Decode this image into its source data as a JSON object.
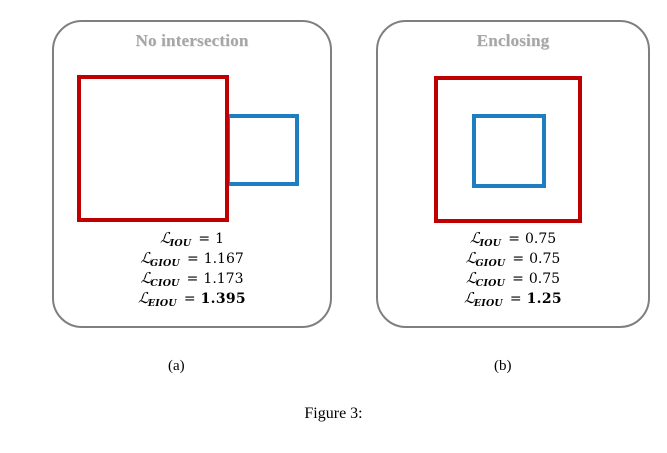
{
  "figure": {
    "caption": "Figure 3:",
    "panels": [
      {
        "id": "a",
        "title": "No intersection",
        "subcaption": "(a)",
        "boxes": [
          {
            "name": "ground-truth-box",
            "color": "#c00000"
          },
          {
            "name": "predicted-box",
            "color": "#1f7ec2"
          }
        ],
        "losses": [
          {
            "symbol": "ℒ",
            "subscript": "IOU",
            "equals": "=",
            "value": "1",
            "bold": false
          },
          {
            "symbol": "ℒ",
            "subscript": "GIOU",
            "equals": "=",
            "value": "1.167",
            "bold": false
          },
          {
            "symbol": "ℒ",
            "subscript": "CIOU",
            "equals": "=",
            "value": "1.173",
            "bold": false
          },
          {
            "symbol": "ℒ",
            "subscript": "EIOU",
            "equals": "=",
            "value": "1.395",
            "bold": true
          }
        ]
      },
      {
        "id": "b",
        "title": "Enclosing",
        "subcaption": "(b)",
        "boxes": [
          {
            "name": "ground-truth-box",
            "color": "#c00000"
          },
          {
            "name": "predicted-box",
            "color": "#1f7ec2"
          }
        ],
        "losses": [
          {
            "symbol": "ℒ",
            "subscript": "IOU",
            "equals": "=",
            "value": "0.75",
            "bold": false
          },
          {
            "symbol": "ℒ",
            "subscript": "GIOU",
            "equals": "=",
            "value": "0.75",
            "bold": false
          },
          {
            "symbol": "ℒ",
            "subscript": "CIOU",
            "equals": "=",
            "value": "0.75",
            "bold": false
          },
          {
            "symbol": "ℒ",
            "subscript": "EIOU",
            "equals": "=",
            "value": "1.25",
            "bold": true
          }
        ]
      }
    ],
    "colors": {
      "red_box": "#c00000",
      "blue_box": "#1f7ec2",
      "panel_border": "#7f7f7f",
      "title_text": "#a6a6a6",
      "body_text": "#000000",
      "background": "#ffffff"
    }
  }
}
